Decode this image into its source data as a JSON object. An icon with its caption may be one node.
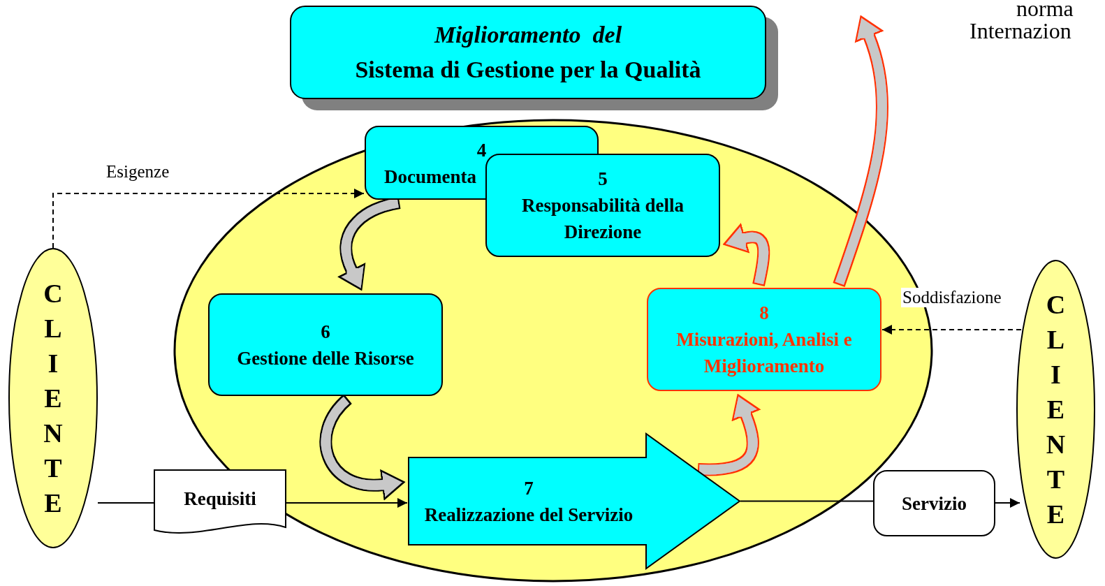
{
  "diagram": {
    "nodes": [
      {
        "text": [
          "Miglioramento  del",
          "Sistema di Gestione per la Qualità"
        ]
      },
      {
        "text": [
          "CLIENTE"
        ]
      },
      {
        "text": [
          "Requisiti"
        ]
      },
      {
        "text": [
          "4",
          "Documenta"
        ]
      },
      {
        "text": [
          "5",
          "Responsabilità della Direzione"
        ]
      },
      {
        "text": [
          "6",
          "Gestione delle Risorse"
        ]
      },
      {
        "text": [
          "7",
          "Realizzazione del Servizio"
        ]
      },
      {
        "text": [
          "8",
          "Misurazioni, Analisi e Miglioramento"
        ]
      },
      {
        "text": [
          "Servizio"
        ]
      },
      {
        "text": [
          "CLIENTE"
        ]
      }
    ],
    "edges": [
      {
        "from": 1,
        "to": 3,
        "arrow": "to",
        "label": "Esigenze",
        "style": "dashed"
      },
      {
        "from": 1,
        "to": 2,
        "arrow": "none"
      },
      {
        "from": 2,
        "to": 6,
        "arrow": "to"
      },
      {
        "from": 6,
        "to": 8,
        "arrow": "none"
      },
      {
        "from": 8,
        "to": 9,
        "arrow": "to"
      },
      {
        "from": 9,
        "to": 7,
        "arrow": "to",
        "label": "Soddisfazione",
        "style": "dashed"
      },
      {
        "from": 3,
        "to": 5,
        "arrow": "to",
        "style": "thick"
      },
      {
        "from": 5,
        "to": 6,
        "arrow": "to",
        "style": "thick"
      },
      {
        "from": 6,
        "to": 7,
        "arrow": "to",
        "style": "thick",
        "color": "#ff3300"
      },
      {
        "from": 7,
        "to": 4,
        "arrow": "to",
        "style": "thick",
        "color": "#ff3300"
      },
      {
        "from": 7,
        "to": null,
        "arrow": "to",
        "style": "thick",
        "color": "#ff3300"
      }
    ],
    "labels": [
      "norma",
      "Internazion"
    ]
  }
}
